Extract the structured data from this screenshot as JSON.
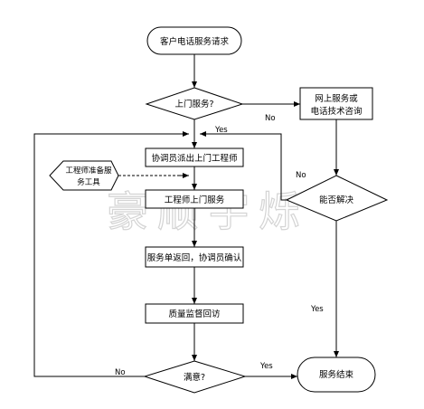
{
  "nodes": {
    "start": "客户电话服务请求",
    "decision_onsite": "上门服务?",
    "online": [
      "网上服务或",
      "电话技术咨询"
    ],
    "dispatch": "协调员派出上门工程师",
    "prepare": [
      "工程师准备服",
      "务工具"
    ],
    "engineer_visit": "工程师上门服务",
    "return_confirm": "服务单返回，协调员确认",
    "quality": "质量监督回访",
    "satisfied": "满意?",
    "solved": "能否解决",
    "end": "服务结束"
  },
  "edge_labels": {
    "yes_dispatch": "Yes",
    "no_online": "No",
    "no_unsolved": "No",
    "yes_solved": "Yes",
    "no_unsatisfied": "No",
    "yes_satisfied": "Yes"
  },
  "watermark": "豪顺宇烁"
}
